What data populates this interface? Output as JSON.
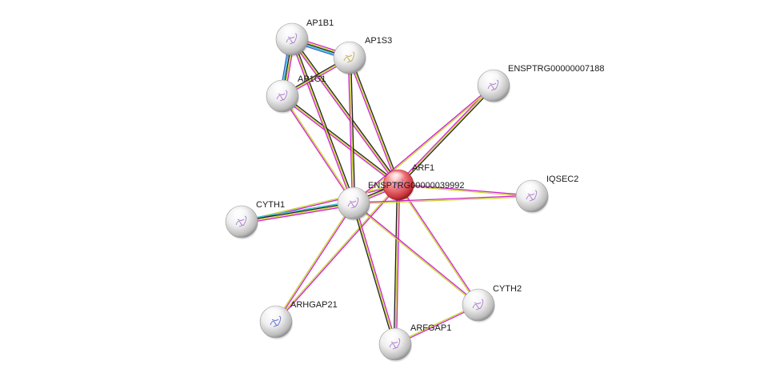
{
  "colors": {
    "background": "#ffffff",
    "label": "#1a1a1a",
    "edge_magenta": "#d021d0",
    "edge_yellow": "#c8d62b",
    "edge_black": "#222222",
    "edge_cyan": "#2ec4d6",
    "edge_blue": "#3a5fd0",
    "query_node": "#e8545a",
    "node": "#e6e6e6"
  },
  "nodes": [
    {
      "id": "ARF1",
      "label": "ARF1",
      "query": true
    },
    {
      "id": "ENSPTRG00000039992",
      "label": "ENSPTRG00000039992",
      "query": false
    },
    {
      "id": "AP1B1",
      "label": "AP1B1",
      "query": false
    },
    {
      "id": "AP1S3",
      "label": "AP1S3",
      "query": false
    },
    {
      "id": "AP1G1",
      "label": "AP1G1",
      "query": false
    },
    {
      "id": "ENSPTRG00000007188",
      "label": "ENSPTRG00000007188",
      "query": false
    },
    {
      "id": "IQSEC2",
      "label": "IQSEC2",
      "query": false
    },
    {
      "id": "CYTH1",
      "label": "CYTH1",
      "query": false
    },
    {
      "id": "CYTH2",
      "label": "CYTH2",
      "query": false
    },
    {
      "id": "ARHGAP21",
      "label": "ARHGAP21",
      "query": false
    },
    {
      "id": "ARFGAP1",
      "label": "ARFGAP1",
      "query": false
    }
  ],
  "edges": [
    {
      "from": "ARF1",
      "to": "AP1B1",
      "types": [
        "magenta",
        "yellow",
        "black"
      ]
    },
    {
      "from": "ARF1",
      "to": "AP1S3",
      "types": [
        "magenta",
        "yellow",
        "black"
      ]
    },
    {
      "from": "ARF1",
      "to": "AP1G1",
      "types": [
        "magenta",
        "yellow",
        "black"
      ]
    },
    {
      "from": "ARF1",
      "to": "ENSPTRG00000007188",
      "types": [
        "magenta",
        "yellow",
        "black"
      ]
    },
    {
      "from": "ARF1",
      "to": "IQSEC2",
      "types": [
        "magenta",
        "yellow"
      ]
    },
    {
      "from": "ARF1",
      "to": "CYTH1",
      "types": [
        "magenta",
        "yellow"
      ]
    },
    {
      "from": "ARF1",
      "to": "CYTH2",
      "types": [
        "magenta",
        "yellow"
      ]
    },
    {
      "from": "ARF1",
      "to": "ARHGAP21",
      "types": [
        "magenta",
        "yellow"
      ]
    },
    {
      "from": "ARF1",
      "to": "ARFGAP1",
      "types": [
        "magenta",
        "yellow",
        "black"
      ]
    },
    {
      "from": "ARF1",
      "to": "ENSPTRG00000039992",
      "types": [
        "magenta",
        "yellow",
        "black"
      ]
    },
    {
      "from": "ENSPTRG00000039992",
      "to": "AP1B1",
      "types": [
        "magenta",
        "yellow",
        "black"
      ]
    },
    {
      "from": "ENSPTRG00000039992",
      "to": "AP1S3",
      "types": [
        "magenta",
        "yellow",
        "black"
      ]
    },
    {
      "from": "ENSPTRG00000039992",
      "to": "AP1G1",
      "types": [
        "magenta",
        "yellow"
      ]
    },
    {
      "from": "ENSPTRG00000039992",
      "to": "ENSPTRG00000007188",
      "types": [
        "magenta",
        "yellow"
      ]
    },
    {
      "from": "ENSPTRG00000039992",
      "to": "IQSEC2",
      "types": [
        "magenta",
        "yellow"
      ]
    },
    {
      "from": "ENSPTRG00000039992",
      "to": "CYTH1",
      "types": [
        "magenta",
        "yellow",
        "black",
        "cyan"
      ]
    },
    {
      "from": "ENSPTRG00000039992",
      "to": "CYTH2",
      "types": [
        "magenta",
        "yellow"
      ]
    },
    {
      "from": "ENSPTRG00000039992",
      "to": "ARHGAP21",
      "types": [
        "magenta",
        "yellow"
      ]
    },
    {
      "from": "ENSPTRG00000039992",
      "to": "ARFGAP1",
      "types": [
        "magenta",
        "yellow",
        "black"
      ]
    },
    {
      "from": "AP1B1",
      "to": "AP1S3",
      "types": [
        "magenta",
        "yellow",
        "black",
        "cyan",
        "blue"
      ]
    },
    {
      "from": "AP1B1",
      "to": "AP1G1",
      "types": [
        "magenta",
        "yellow",
        "black",
        "cyan",
        "blue"
      ]
    },
    {
      "from": "AP1S3",
      "to": "AP1G1",
      "types": [
        "magenta",
        "yellow",
        "black"
      ]
    },
    {
      "from": "CYTH2",
      "to": "ARFGAP1",
      "types": [
        "magenta",
        "yellow"
      ]
    }
  ]
}
